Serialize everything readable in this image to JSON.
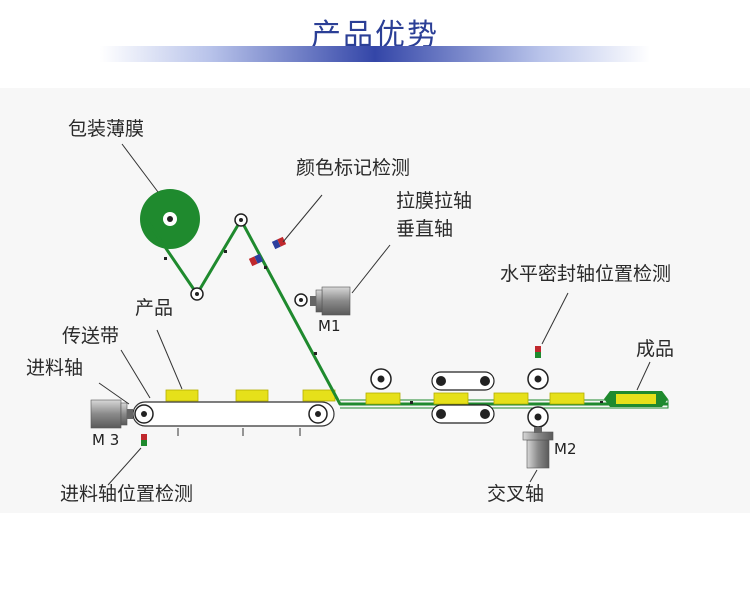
{
  "page": {
    "title": "产品优势"
  },
  "labels": {
    "film": "包装薄膜",
    "color_mark": "颜色标记检测",
    "pull_film_line1": "拉膜拉轴",
    "pull_film_line2": "垂直轴",
    "horizontal_seal": "水平密封轴位置检测",
    "product": "产品",
    "conveyor": "传送带",
    "feed_axis": "进料轴",
    "finished": "成品",
    "feed_axis_detect": "进料轴位置检测",
    "cross_axis": "交叉轴"
  },
  "motors": {
    "m1": "M1",
    "m2": "M2",
    "m3": "M 3"
  },
  "colors": {
    "title": "#2b3f96",
    "film_green": "#1f8a2e",
    "product_yellow": "#e6e01a",
    "sensor_red": "#c0282d",
    "sensor_blue": "#2c3f9e",
    "motor_gray": "#8c8c8c"
  }
}
